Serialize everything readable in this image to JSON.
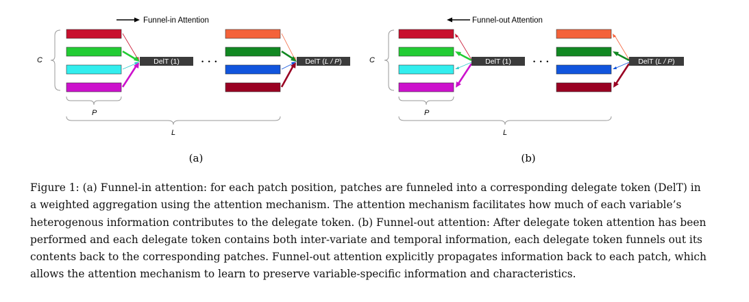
{
  "panel_a": {
    "attention_label": "Funnel-in Attention",
    "c_label": "C",
    "p_label": "P",
    "l_label": "L",
    "delt1_label": "DelT (1)",
    "deltLP_prefix": "DelT (",
    "deltLP_italic": "L / P",
    "deltLP_suffix": ")",
    "ellipsis": "• • •",
    "sublabel": "(a)"
  },
  "panel_b": {
    "attention_label": "Funnel-out Attention",
    "c_label": "C",
    "p_label": "P",
    "l_label": "L",
    "delt1_label": "DelT (1)",
    "deltLP_prefix": "DelT (",
    "deltLP_italic": "L / P",
    "deltLP_suffix": ")",
    "ellipsis": "• • •",
    "sublabel": "(b)"
  },
  "colors": {
    "patch1": [
      "#c8102e",
      "#22cc33",
      "#33eeee",
      "#cc11cc"
    ],
    "patch2": [
      "#f4623a",
      "#118822",
      "#1155dd",
      "#990022"
    ],
    "delt_box": "#3b3b3b"
  },
  "caption": {
    "lead": "Figure 1:",
    "text": " (a) Funnel-in attention: for each patch position, patches are funneled into a corresponding delegate token (DelT) in a weighted aggregation using the attention mechanism. The attention mechanism facilitates how much of each variable’s heterogenous information contributes to the delegate token. (b) Funnel-out attention: After delegate token attention has been performed and each delegate token contains both inter-variate and temporal information, each delegate token funnels out its contents back to the corresponding patches. Funnel-out attention explicitly propagates information back to each patch, which allows the attention mechanism to learn to preserve variable-specific information and characteristics."
  }
}
